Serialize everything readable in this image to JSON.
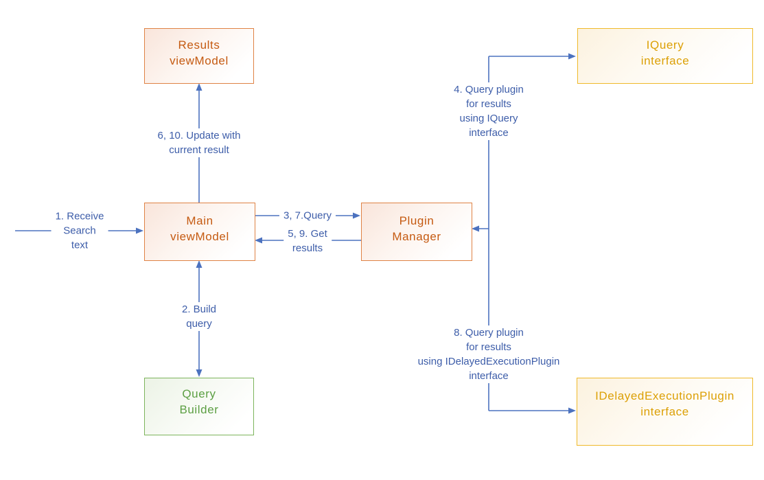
{
  "diagram": {
    "nodes": {
      "results_viewmodel": {
        "label": "Results\nviewModel",
        "color_role": "orange",
        "border": "#DF8244",
        "text_color": "#C55A11"
      },
      "iquery_interface": {
        "label": "IQuery\ninterface",
        "color_role": "gold",
        "border": "#EFB929",
        "text_color": "#DCA006"
      },
      "main_viewmodel": {
        "label": "Main\nviewModel",
        "color_role": "orange",
        "border": "#DF8244",
        "text_color": "#C55A11"
      },
      "plugin_manager": {
        "label": "Plugin\nManager",
        "color_role": "orange",
        "border": "#DF8244",
        "text_color": "#C55A11"
      },
      "query_builder": {
        "label": "Query\nBuilder",
        "color_role": "green",
        "border": "#7CB45B",
        "text_color": "#5C9F43"
      },
      "idelayedexecutionplugin_interface": {
        "label": "IDelayedExecutionPlugin\ninterface",
        "color_role": "gold",
        "border": "#EFB929",
        "text_color": "#DCA006"
      }
    },
    "connector_labels": {
      "receive_search_text": "1. Receive\nSearch\ntext",
      "update_with_current_result": "6, 10. Update with\ncurrent result",
      "query": "3, 7.Query",
      "get_results": "5, 9. Get\nresults",
      "build_query": "2. Build\nquery",
      "query_plugin_iquery": "4. Query plugin\nfor results\nusing IQuery\ninterface",
      "query_plugin_idelayed": "8. Query plugin\nfor results\nusing IDelayedExecutionPlugin\ninterface"
    },
    "colors": {
      "connector_blue": "#4C72BF",
      "label_text_blue": "#3D5DA9"
    }
  }
}
